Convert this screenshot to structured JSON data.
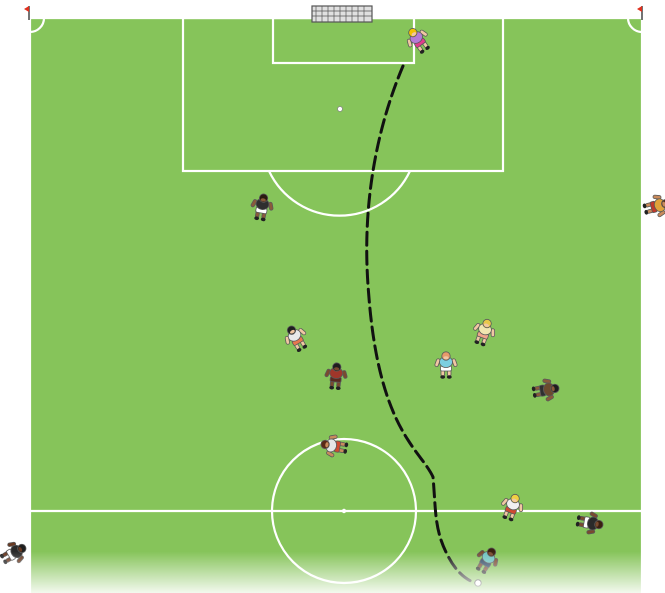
{
  "diagram": {
    "type": "football-pitch-drill",
    "colors": {
      "grass": "#86c45a",
      "grass_edge": "#7ab94f",
      "lines": "#ffffff",
      "outline": "#5a5a5a",
      "path": "#111111",
      "flag": "#e0301e",
      "goal_net": "#d9d9d9",
      "ball": "#ffffff"
    },
    "players": [
      {
        "name": "goalkeeper",
        "shirt": "#b57bd6",
        "shorts": "#e23c8c",
        "hair": "#f2c300",
        "skin": "#f1c7a2"
      },
      {
        "name": "defender",
        "shirt": "#2f2f2f",
        "shorts": "#ffffff",
        "hair": "#2a1a10",
        "skin": "#8a5a3a"
      },
      {
        "name": "touchline-right-player",
        "shirt": "#e0a23a",
        "shorts": "#c0392b",
        "hair": "#4a2a16",
        "skin": "#c98b5c"
      },
      {
        "name": "midfielder-left",
        "shirt": "#e9e9e9",
        "shorts": "#e8774f",
        "hair": "#1e1e1e",
        "skin": "#f1c7a2"
      },
      {
        "name": "midfielder-right-top",
        "shirt": "#f0e6b0",
        "shorts": "#f0a58a",
        "hair": "#e8c84a",
        "skin": "#f1c7a2"
      },
      {
        "name": "midfielder-center",
        "shirt": "#7ccfe0",
        "shorts": "#ffffff",
        "hair": "#e89a6a",
        "skin": "#f1c7a2"
      },
      {
        "name": "midfielder-dark",
        "shirt": "#a0362a",
        "shorts": "#5a2a20",
        "hair": "#1e1e1e",
        "skin": "#7a4a2e"
      },
      {
        "name": "midfielder-right",
        "shirt": "#6b4a2e",
        "shorts": "#2f2f2f",
        "hair": "#1e1e1e",
        "skin": "#8a5a3a"
      },
      {
        "name": "center-circle-player",
        "shirt": "#e5e5e5",
        "shorts": "#d04a30",
        "hair": "#5a2a16",
        "skin": "#c98b5c"
      },
      {
        "name": "winger-right",
        "shirt": "#f0f0f0",
        "shorts": "#d04a30",
        "hair": "#f0d040",
        "skin": "#f1c7a2"
      },
      {
        "name": "far-right-player",
        "shirt": "#2a2a2a",
        "shorts": "#ffffff",
        "hair": "#3a2010",
        "skin": "#7a4a2e"
      },
      {
        "name": "touchline-left-player",
        "shirt": "#2a2a2a",
        "shorts": "#ffffff",
        "hair": "#1e1e1e",
        "skin": "#6a3a22"
      },
      {
        "name": "ball-carrier",
        "shirt": "#6fc3c0",
        "shorts": "#2f4a66",
        "hair": "#3a2010",
        "skin": "#7a4a2e"
      }
    ]
  }
}
